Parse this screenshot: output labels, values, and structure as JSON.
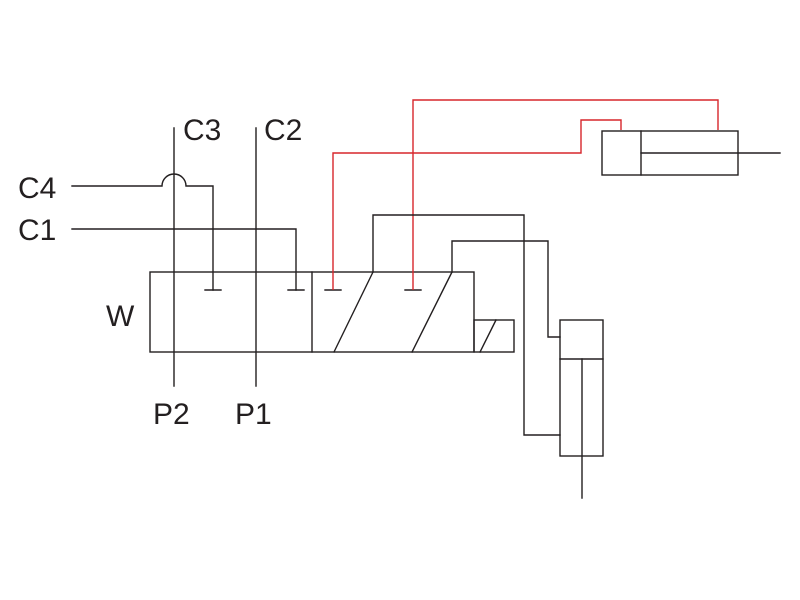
{
  "labels": {
    "c3": "C3",
    "c2": "C2",
    "c4": "C4",
    "c1": "C1",
    "w": "W",
    "p2": "P2",
    "p1": "P1"
  },
  "colors": {
    "line": "#231f20",
    "pilot_line": "#d7262c"
  }
}
